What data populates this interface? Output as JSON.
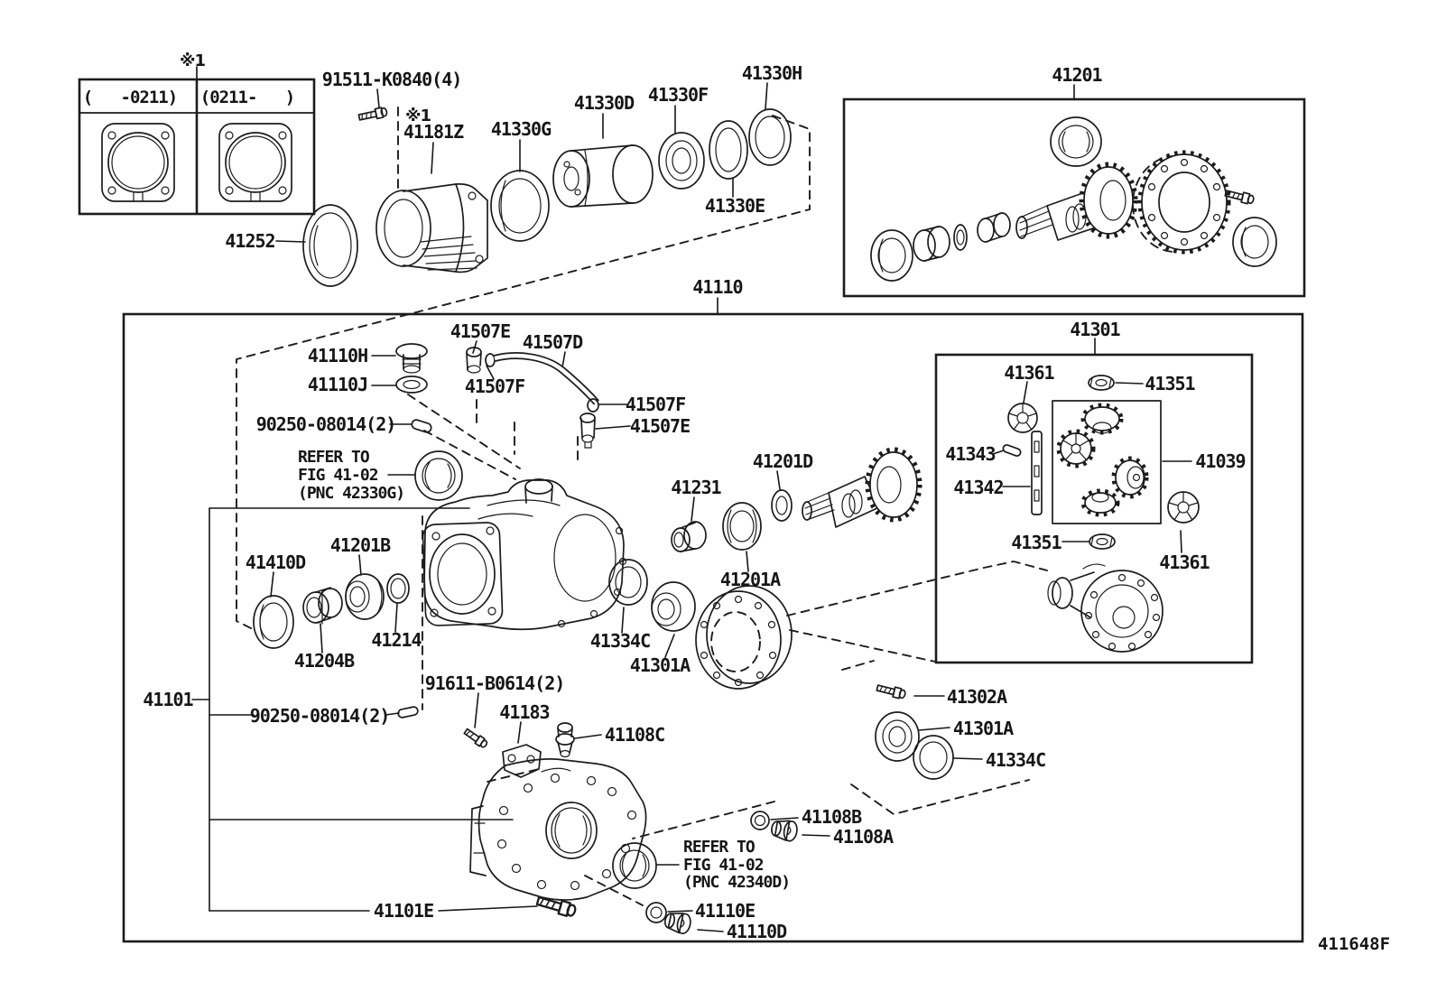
{
  "diagram": {
    "code": "411648F",
    "line_color": "#1c1c1c",
    "background": "#ffffff"
  },
  "variant_table": {
    "col_left": "(   -0211)",
    "col_right": "(0211-   )"
  },
  "groups": {
    "g41201": "41201",
    "g41110": "41110",
    "g41101": "41101",
    "g41301": "41301"
  },
  "callouts": {
    "note_top": "※1",
    "note_mid": "※1",
    "p91511": "91511-K0840(4)",
    "p41252": "41252",
    "p41181Z": "41181Z",
    "p41330G": "41330G",
    "p41330D": "41330D",
    "p41330F": "41330F",
    "p41330H": "41330H",
    "p41330E": "41330E",
    "p41110H": "41110H",
    "p41110J": "41110J",
    "p41507E_a": "41507E",
    "p41507D": "41507D",
    "p41507F_a": "41507F",
    "p41507F_b": "41507F",
    "p41507E_b": "41507E",
    "p90250_a": "90250-08014(2)",
    "p90250_b": "90250-08014(2)",
    "p41410D": "41410D",
    "p41201B": "41201B",
    "p41204B": "41204B",
    "p41214": "41214",
    "p41231": "41231",
    "p41201D": "41201D",
    "p41201A": "41201A",
    "p41334C_l": "41334C",
    "p41301A_l": "41301A",
    "p91611": "91611-B0614(2)",
    "p41183": "41183",
    "p41108C": "41108C",
    "p41302A": "41302A",
    "p41301A_r": "41301A",
    "p41334C_r": "41334C",
    "p41108B": "41108B",
    "p41108A": "41108A",
    "p41101E": "41101E",
    "p41110E": "41110E",
    "p41110D": "41110D",
    "p41361_t": "41361",
    "p41351_t": "41351",
    "p41343": "41343",
    "p41342": "41342",
    "p41039": "41039",
    "p41351_b": "41351",
    "p41361_b": "41361"
  },
  "refer_notes": {
    "r1_l1": "REFER TO",
    "r1_l2": "FIG 41-02",
    "r1_l3": "(PNC 42330G)",
    "r2_l1": "REFER TO",
    "r2_l2": "FIG 41-02",
    "r2_l3": "(PNC 42340D)"
  }
}
